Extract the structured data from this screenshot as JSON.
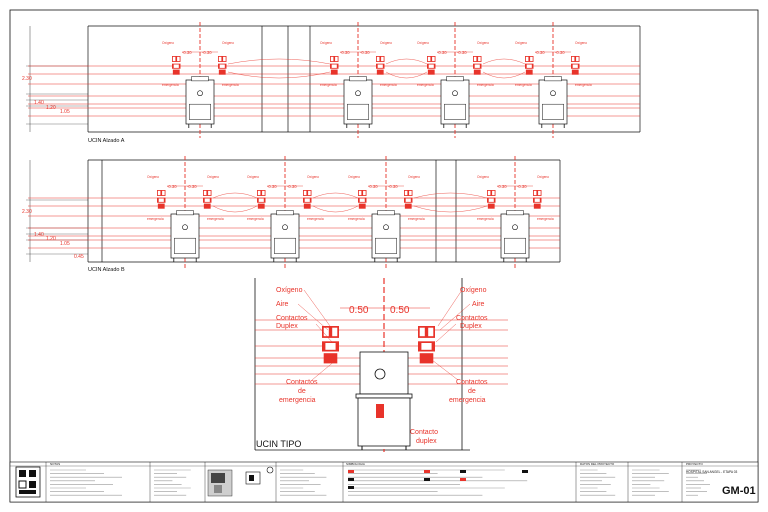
{
  "sheet": {
    "colors": {
      "red": "#e8332a",
      "line": "#111111",
      "grid": "#999999"
    },
    "elevations": {
      "a": {
        "title": "UCIN Alzado A"
      },
      "b": {
        "title": "UCIN Alzado B"
      },
      "tipo": {
        "title": "UCIN TIPO"
      }
    },
    "dims": {
      "h1": "2.30",
      "h2": "1.40",
      "h3": "1.20",
      "h4": "1.05",
      "h5": "0.45"
    },
    "labels": {
      "oxigeno": "Oxígeno",
      "aire": "Aire",
      "contactos": "Contactos",
      "duplex": "Duplex",
      "contactos_de": "Contactos",
      "de": "de",
      "emergencia": "emergencia",
      "contacto": "Contacto",
      "duplex2": "duplex",
      "spacing": "0.50",
      "spacing_small": "0.30"
    },
    "titleblock": {
      "sheet_code": "GM-01",
      "client": "HOSPITAL SAN ANGEL - ETAPA 03",
      "section_titles": [
        "NOTAS",
        "SIMBOLOGIA",
        "DATOS DEL PROYECTO",
        "PROYECTO"
      ]
    }
  }
}
